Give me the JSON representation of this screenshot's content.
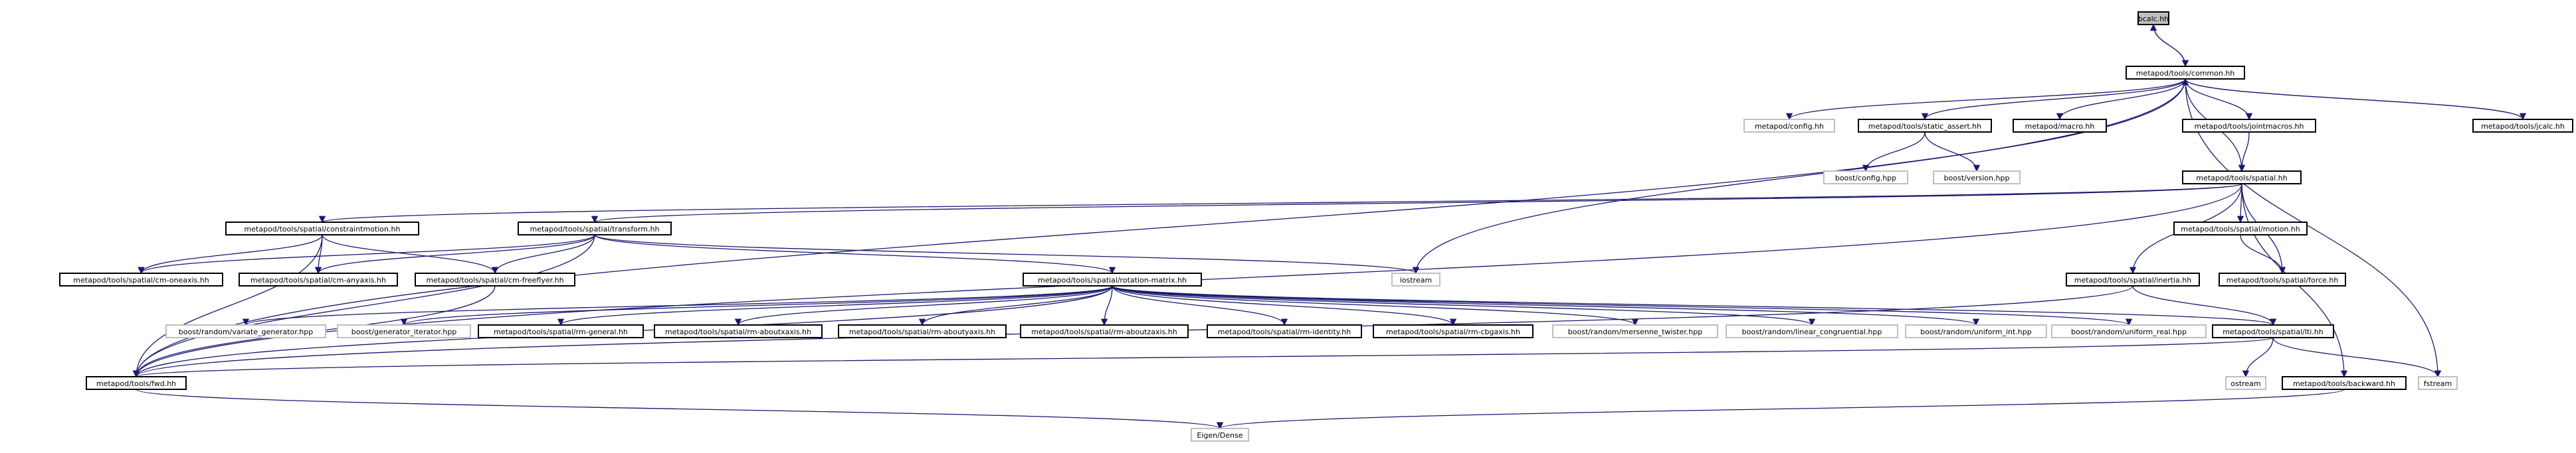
{
  "colors": {
    "edge": "#191970",
    "node_border": "#000000",
    "node_border_missing": "#bfbfbf",
    "node_fill": "#ffffff",
    "root_fill": "#bfbfbf",
    "text": "#000000"
  },
  "nodes": [
    {
      "id": "root",
      "label": "bcalc.hh",
      "kind": "root"
    },
    {
      "id": "common",
      "label": "metapod/tools/common.hh",
      "kind": "file"
    },
    {
      "id": "config",
      "label": "metapod/config.hh",
      "kind": "missing"
    },
    {
      "id": "static_assert",
      "label": "metapod/tools/static_assert.hh",
      "kind": "file"
    },
    {
      "id": "macro",
      "label": "metapod/macro.hh",
      "kind": "file"
    },
    {
      "id": "jointmacros",
      "label": "metapod/tools/jointmacros.hh",
      "kind": "file"
    },
    {
      "id": "jcalc",
      "label": "metapod/tools/jcalc.hh",
      "kind": "file"
    },
    {
      "id": "boost_config",
      "label": "boost/config.hpp",
      "kind": "missing"
    },
    {
      "id": "boost_version",
      "label": "boost/version.hpp",
      "kind": "missing"
    },
    {
      "id": "spatial",
      "label": "metapod/tools/spatial.hh",
      "kind": "file"
    },
    {
      "id": "constraintmotion",
      "label": "metapod/tools/spatial/constraintmotion.hh",
      "kind": "file"
    },
    {
      "id": "transform",
      "label": "metapod/tools/spatial/transform.hh",
      "kind": "file"
    },
    {
      "id": "motion",
      "label": "metapod/tools/spatial/motion.hh",
      "kind": "file"
    },
    {
      "id": "cm_oneaxis",
      "label": "metapod/tools/spatial/cm-oneaxis.hh",
      "kind": "file"
    },
    {
      "id": "cm_anyaxis",
      "label": "metapod/tools/spatial/cm-anyaxis.hh",
      "kind": "file"
    },
    {
      "id": "cm_freeflyer",
      "label": "metapod/tools/spatial/cm-freeflyer.hh",
      "kind": "file"
    },
    {
      "id": "iostream",
      "label": "iostream",
      "kind": "missing"
    },
    {
      "id": "inertia",
      "label": "metapod/tools/spatial/inertia.hh",
      "kind": "file"
    },
    {
      "id": "force",
      "label": "metapod/tools/spatial/force.hh",
      "kind": "file"
    },
    {
      "id": "rotation_matrix",
      "label": "metapod/tools/spatial/rotation-matrix.hh",
      "kind": "file"
    },
    {
      "id": "variate_generator",
      "label": "boost/random/variate_generator.hpp",
      "kind": "missing"
    },
    {
      "id": "generator_iterator",
      "label": "boost/generator_iterator.hpp",
      "kind": "missing"
    },
    {
      "id": "rm_general",
      "label": "metapod/tools/spatial/rm-general.hh",
      "kind": "file"
    },
    {
      "id": "rm_aboutxaxis",
      "label": "metapod/tools/spatial/rm-aboutxaxis.hh",
      "kind": "file"
    },
    {
      "id": "rm_aboutyaxis",
      "label": "metapod/tools/spatial/rm-aboutyaxis.hh",
      "kind": "file"
    },
    {
      "id": "rm_aboutzaxis",
      "label": "metapod/tools/spatial/rm-aboutzaxis.hh",
      "kind": "file"
    },
    {
      "id": "rm_identity",
      "label": "metapod/tools/spatial/rm-identity.hh",
      "kind": "file"
    },
    {
      "id": "rm_cbgaxis",
      "label": "metapod/tools/spatial/rm-cbgaxis.hh",
      "kind": "file"
    },
    {
      "id": "mersenne_twister",
      "label": "boost/random/mersenne_twister.hpp",
      "kind": "missing"
    },
    {
      "id": "linear_congruential",
      "label": "boost/random/linear_congruential.hpp",
      "kind": "missing"
    },
    {
      "id": "uniform_int",
      "label": "boost/random/uniform_int.hpp",
      "kind": "missing"
    },
    {
      "id": "uniform_real",
      "label": "boost/random/uniform_real.hpp",
      "kind": "missing"
    },
    {
      "id": "lti",
      "label": "metapod/tools/spatial/lti.hh",
      "kind": "file"
    },
    {
      "id": "fwd",
      "label": "metapod/tools/fwd.hh",
      "kind": "file"
    },
    {
      "id": "ostream",
      "label": "ostream",
      "kind": "missing"
    },
    {
      "id": "backward",
      "label": "metapod/tools/backward.hh",
      "kind": "file"
    },
    {
      "id": "fstream",
      "label": "fstream",
      "kind": "missing"
    },
    {
      "id": "eigen",
      "label": "Eigen/Dense",
      "kind": "missing"
    }
  ],
  "edges": [
    [
      "root",
      "common"
    ],
    [
      "common",
      "root"
    ],
    [
      "common",
      "config"
    ],
    [
      "common",
      "static_assert"
    ],
    [
      "common",
      "macro"
    ],
    [
      "common",
      "jointmacros"
    ],
    [
      "common",
      "jcalc"
    ],
    [
      "jcalc",
      "common"
    ],
    [
      "common",
      "spatial"
    ],
    [
      "common",
      "fwd"
    ],
    [
      "common",
      "iostream"
    ],
    [
      "common",
      "fstream"
    ],
    [
      "static_assert",
      "boost_config"
    ],
    [
      "static_assert",
      "boost_version"
    ],
    [
      "jointmacros",
      "spatial"
    ],
    [
      "spatial",
      "constraintmotion"
    ],
    [
      "spatial",
      "transform"
    ],
    [
      "spatial",
      "motion"
    ],
    [
      "spatial",
      "inertia"
    ],
    [
      "spatial",
      "force"
    ],
    [
      "spatial",
      "backward"
    ],
    [
      "spatial",
      "fwd"
    ],
    [
      "constraintmotion",
      "cm_oneaxis"
    ],
    [
      "constraintmotion",
      "cm_anyaxis"
    ],
    [
      "constraintmotion",
      "cm_freeflyer"
    ],
    [
      "constraintmotion",
      "fwd"
    ],
    [
      "transform",
      "cm_oneaxis"
    ],
    [
      "transform",
      "cm_anyaxis"
    ],
    [
      "transform",
      "cm_freeflyer"
    ],
    [
      "transform",
      "iostream"
    ],
    [
      "transform",
      "rotation_matrix"
    ],
    [
      "transform",
      "fwd"
    ],
    [
      "cm_freeflyer",
      "fwd"
    ],
    [
      "motion",
      "force"
    ],
    [
      "inertia",
      "lti"
    ],
    [
      "inertia",
      "fwd"
    ],
    [
      "rotation_matrix",
      "variate_generator"
    ],
    [
      "rotation_matrix",
      "generator_iterator"
    ],
    [
      "rotation_matrix",
      "rm_general"
    ],
    [
      "rotation_matrix",
      "rm_aboutxaxis"
    ],
    [
      "rotation_matrix",
      "rm_aboutyaxis"
    ],
    [
      "rotation_matrix",
      "rm_aboutzaxis"
    ],
    [
      "rotation_matrix",
      "rm_identity"
    ],
    [
      "rotation_matrix",
      "rm_cbgaxis"
    ],
    [
      "rotation_matrix",
      "mersenne_twister"
    ],
    [
      "rotation_matrix",
      "linear_congruential"
    ],
    [
      "rotation_matrix",
      "uniform_int"
    ],
    [
      "rotation_matrix",
      "uniform_real"
    ],
    [
      "rotation_matrix",
      "lti"
    ],
    [
      "rotation_matrix",
      "fwd"
    ],
    [
      "lti",
      "fwd"
    ],
    [
      "lti",
      "ostream"
    ],
    [
      "lti",
      "fstream"
    ],
    [
      "fwd",
      "eigen"
    ],
    [
      "backward",
      "eigen"
    ]
  ]
}
